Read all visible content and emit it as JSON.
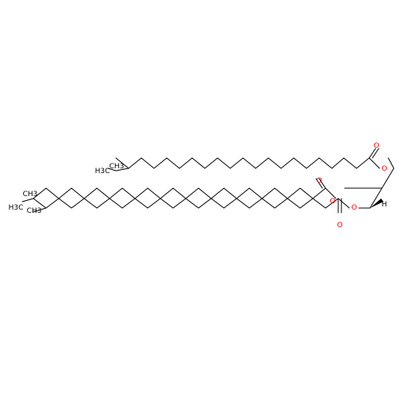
{
  "molecule": {
    "atom_labels": {
      "oxygen": "O",
      "methyl_h3c": "H3C",
      "methyl_ch3": "CH3",
      "hydrogen": "H"
    },
    "colors": {
      "oxygen": "#ff0000",
      "carbon_bond": "#000000",
      "background": "#ffffff"
    }
  }
}
